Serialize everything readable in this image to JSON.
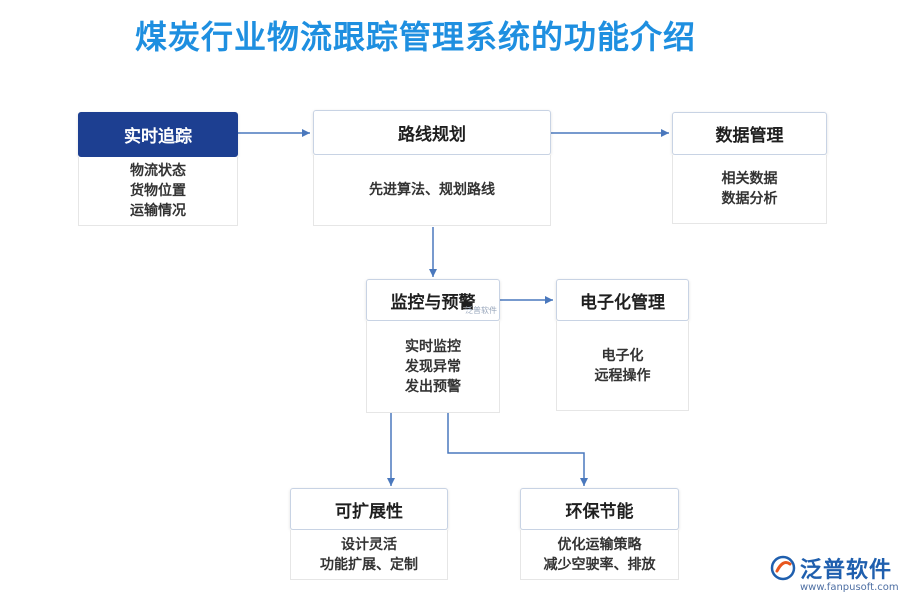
{
  "title": "煤炭行业物流跟踪管理系统的功能介绍",
  "nodes": {
    "realtime": {
      "heading": "实时追踪",
      "lines": [
        "物流状态",
        "货物位置",
        "运输情况"
      ]
    },
    "route": {
      "heading": "路线规划",
      "lines": [
        "先进算法、规划路线"
      ]
    },
    "data": {
      "heading": "数据管理",
      "lines": [
        "相关数据",
        "数据分析"
      ]
    },
    "monitor": {
      "heading": "监控与预警",
      "lines": [
        "实时监控",
        "发现异常",
        "发出预警"
      ]
    },
    "electronic": {
      "heading": "电子化管理",
      "lines": [
        "电子化",
        "远程操作"
      ]
    },
    "scalable": {
      "heading": "可扩展性",
      "lines": [
        "设计灵活",
        "功能扩展、定制"
      ]
    },
    "eco": {
      "heading": "环保节能",
      "lines": [
        "优化运输策略",
        "减少空驶率、排放"
      ]
    }
  },
  "watermark": "泛普软件",
  "brand": {
    "name": "泛普软件",
    "url": "www.fanpusoft.com",
    "color": "#1f5fae"
  },
  "colors": {
    "title": "#1e8fe0",
    "active_head": "#1d3f91",
    "connector": "#4a78bd"
  }
}
